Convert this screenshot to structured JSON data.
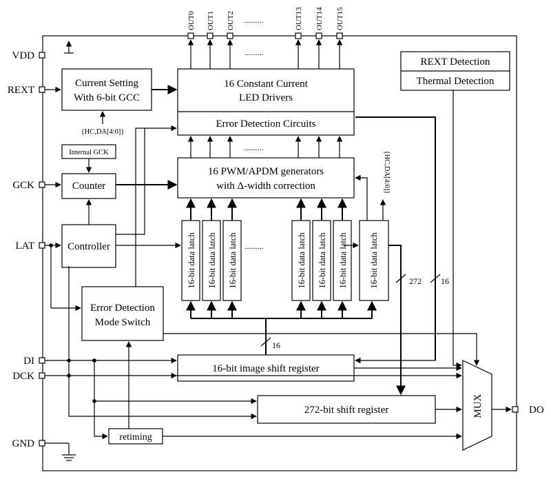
{
  "pins": {
    "vdd": "VDD",
    "rext": "REXT",
    "gck": "GCK",
    "lat": "LAT",
    "di": "DI",
    "dck": "DCK",
    "gnd": "GND",
    "do": "DO"
  },
  "outputs": [
    "OUT0",
    "OUT1",
    "OUT2",
    "OUT13",
    "OUT14",
    "OUT15"
  ],
  "ellipsis": "..........",
  "blocks": {
    "current_setting": [
      "Current Setting",
      "With 6-bit GCC"
    ],
    "constant_current": [
      "16 Constant Current",
      "LED Drivers"
    ],
    "error_detection_circuits": "Error Detection Circuits",
    "internal_gck": "Internal GCK",
    "counter": "Counter",
    "pwm": [
      "16 PWM/APDM generators",
      "with Δ-width correction"
    ],
    "controller": "Controller",
    "latch": "16-bit data latch",
    "error_mode_switch": [
      "Error Detection",
      "Mode Switch"
    ],
    "image_shift_register": "16-bit image shift register",
    "shift_272": "272-bit shift register",
    "retiming": "retiming",
    "mux": "MUX",
    "rext_detection": "REXT Detection",
    "thermal_detection": "Thermal Detection"
  },
  "labels": {
    "hc_da": "{HC,DA[4:0]}",
    "bus_16a": "16",
    "bus_16b": "16",
    "bus_272": "272"
  }
}
